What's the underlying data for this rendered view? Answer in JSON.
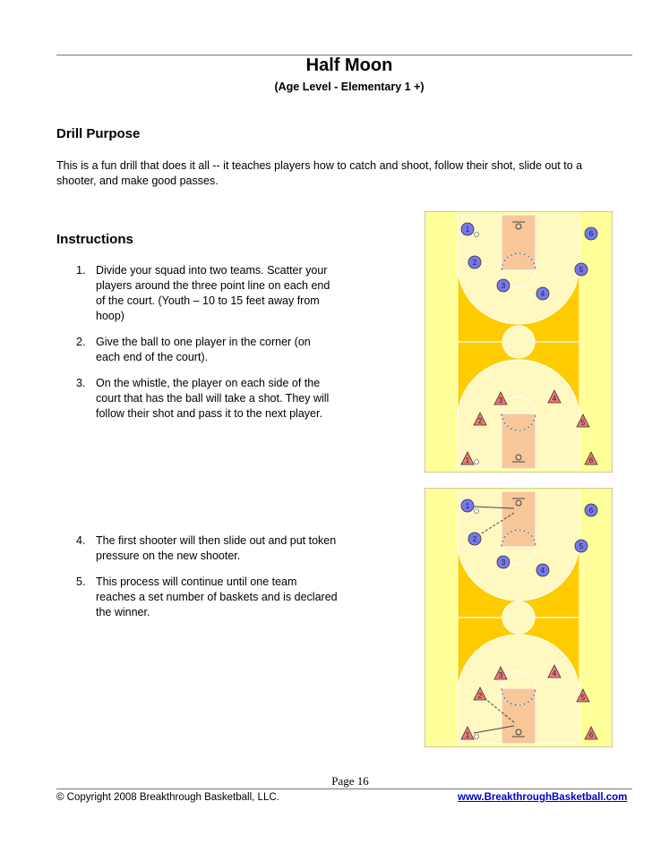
{
  "header": {
    "title": "Half Moon",
    "subtitle": "(Age Level - Elementary 1 +)"
  },
  "purpose": {
    "heading": "Drill Purpose",
    "text": "This is a fun drill that does it all -- it teaches players how to catch and shoot, follow their shot, slide out to a shooter, and make good passes."
  },
  "instructions": {
    "heading": "Instructions",
    "steps_a": [
      {
        "num": "1.",
        "text": "Divide your squad into two teams.  Scatter your players around the three point line on each end of the court. (Youth – 10 to 15 feet away from hoop)"
      },
      {
        "num": "2.",
        "text": "Give the ball to one player in the corner (on each end of the court)."
      },
      {
        "num": "3.",
        "text": "On the whistle, the player on each side of the court that has the ball will take a shot. They will follow their shot and pass it to the next player."
      }
    ],
    "steps_b": [
      {
        "num": "4.",
        "text": "The first shooter will then slide out and put token pressure on the new shooter."
      },
      {
        "num": "5.",
        "text": "This process will continue until one team reaches a set number of baskets and is declared the winner."
      }
    ]
  },
  "diagrams": {
    "blue_labels": [
      "1",
      "2",
      "3",
      "4",
      "5",
      "6"
    ],
    "red_labels": [
      "1",
      "2",
      "3",
      "4",
      "5",
      "6"
    ],
    "colors": {
      "side": "#ffff99",
      "floor": "#ffcc00",
      "key": "#f7c79a",
      "blue_player": "#7777ee",
      "red_player": "#ee7777"
    }
  },
  "footer": {
    "page": "Page 16",
    "copyright": "© Copyright 2008 Breakthrough Basketball, LLC.",
    "website": "www.BreakthroughBasketball.com"
  }
}
